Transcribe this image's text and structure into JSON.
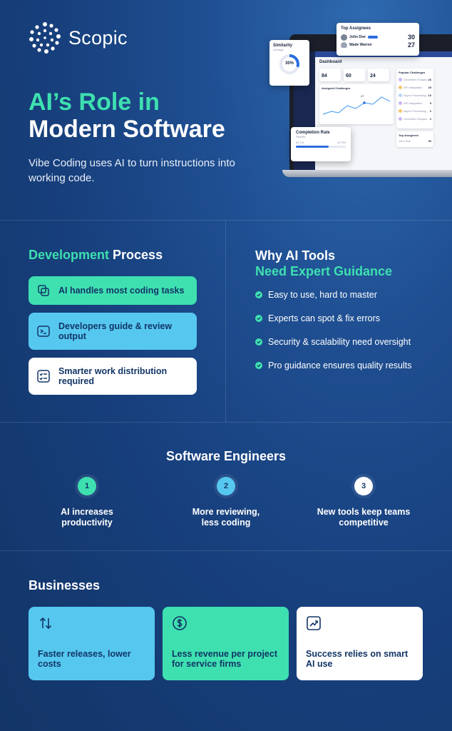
{
  "brand": {
    "name": "Scopic"
  },
  "hero": {
    "title_accent": "AI’s Role in",
    "title_rest": "Modern Software",
    "subtitle": "Vibe Coding uses AI to turn instructions into working code."
  },
  "mockup": {
    "similarity": {
      "title": "Similarity",
      "sub": "Average",
      "value": "30%"
    },
    "top_assignees": {
      "title": "Top Assignees",
      "rows": [
        {
          "name": "John Doe",
          "value": "30"
        },
        {
          "name": "Wade Warren",
          "value": "27"
        }
      ]
    },
    "dashboard": {
      "title": "Dashboard",
      "stats": [
        "84",
        "60",
        "24"
      ],
      "chart_title": "Assigned Challenges",
      "chart_peak": "47",
      "popular_title": "Popular Challenges",
      "popular": [
        {
          "name": "Geometric Shapes",
          "value": "26"
        },
        {
          "name": "API Integration",
          "value": "29"
        },
        {
          "name": "Async Processing",
          "value": "10"
        },
        {
          "name": "API Integration",
          "value": "5"
        },
        {
          "name": "Async Processing",
          "value": "2"
        },
        {
          "name": "Geometric Shapes",
          "value": "2"
        }
      ],
      "top_assignee_mini": {
        "title": "Top Assignees",
        "name": "John Doe",
        "value": "30"
      }
    },
    "completion": {
      "title": "Completion Rate",
      "sub": "Results",
      "left": "62.1%",
      "right": "67.9%",
      "fill": 0.65
    }
  },
  "dev": {
    "title_accent": "Development",
    "title_rest": " Process",
    "items": [
      {
        "label": "AI handles most coding tasks",
        "bg": "#3ee0b0"
      },
      {
        "label": "Developers guide & review output",
        "bg": "#56c8f0"
      },
      {
        "label": "Smarter work distribution required",
        "bg": "#ffffff"
      }
    ]
  },
  "why": {
    "title_line1": "Why AI Tools",
    "title_line2": "Need Expert Guidance",
    "items": [
      "Easy to use, hard to master",
      "Experts can spot & fix errors",
      "Security & scalability need oversight",
      "Pro guidance ensures quality results"
    ]
  },
  "engineers": {
    "title": "Software Engineers",
    "items": [
      {
        "num": "1",
        "label": "AI increases productivity",
        "color": "#3ee0b0"
      },
      {
        "num": "2",
        "label": "More reviewing, less coding",
        "color": "#56c8f0"
      },
      {
        "num": "3",
        "label": "New tools keep teams competitive",
        "color": "#ffffff"
      }
    ]
  },
  "business": {
    "title": "Businesses",
    "items": [
      {
        "label": "Faster releases, lower costs",
        "bg": "#56c8f0",
        "icon": "swap-arrows-icon"
      },
      {
        "label": "Less revenue per project for service firms",
        "bg": "#3ee0b0",
        "icon": "dollar-icon"
      },
      {
        "label": "Success relies on smart AI use",
        "bg": "#ffffff",
        "icon": "trend-up-icon"
      }
    ]
  }
}
